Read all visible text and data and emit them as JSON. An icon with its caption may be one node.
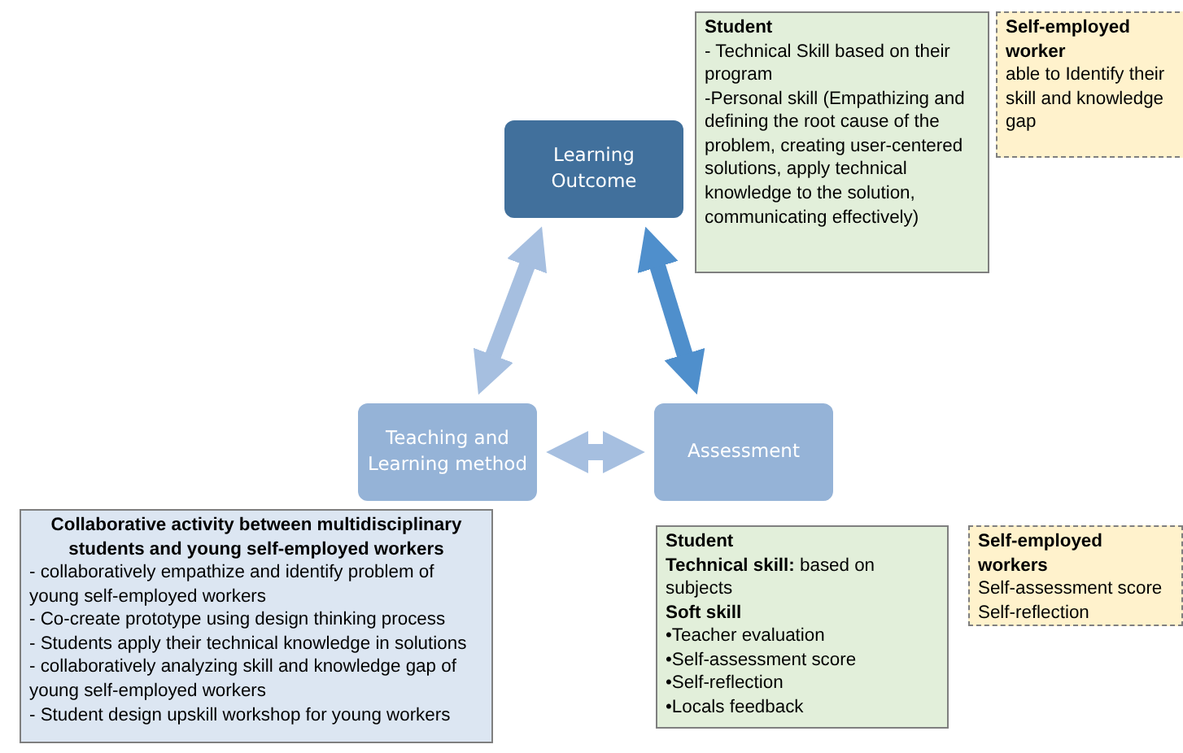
{
  "diagram": {
    "nodes": [
      {
        "text": [
          "Learning Outcome"
        ]
      },
      {
        "text": [
          "Teaching and Learning method"
        ]
      },
      {
        "text": [
          "Assessment"
        ]
      },
      {
        "text": [
          "Student",
          "- Technical Skill based on their program",
          "-Personal skill (Empathizing and defining the root cause of the problem, creating user-centered solutions, apply technical knowledge to the solution, communicating effectively)"
        ]
      },
      {
        "text": [
          "Self-employed worker",
          "able to Identify their skill and knowledge gap"
        ]
      },
      {
        "text": [
          "Collaborative activity between multidisciplinary students and young self-employed workers",
          "- collaboratively empathize and identify problem of young self-employed workers",
          "- Co-create prototype using design thinking process",
          "- Students apply their technical knowledge in solutions",
          "- collaboratively analyzing skill and knowledge gap of young self-employed workers",
          "- Student design upskill workshop for young workers"
        ]
      },
      {
        "text": [
          "Student",
          "**Technical skill:** based on subjects",
          "Soft skill",
          "•Teacher evaluation",
          "•Self-assessment score",
          "•Self-reflection",
          "•Locals feedback"
        ]
      },
      {
        "text": [
          "Self-employed workers",
          "Self-assessment score",
          "Self-reflection"
        ]
      }
    ],
    "edges": [
      {
        "from": 1,
        "to": 0,
        "arrow": "both"
      },
      {
        "from": 0,
        "to": 2,
        "arrow": "both",
        "color": "#4f8fcc"
      },
      {
        "from": 1,
        "to": 2,
        "arrow": "both"
      }
    ]
  }
}
